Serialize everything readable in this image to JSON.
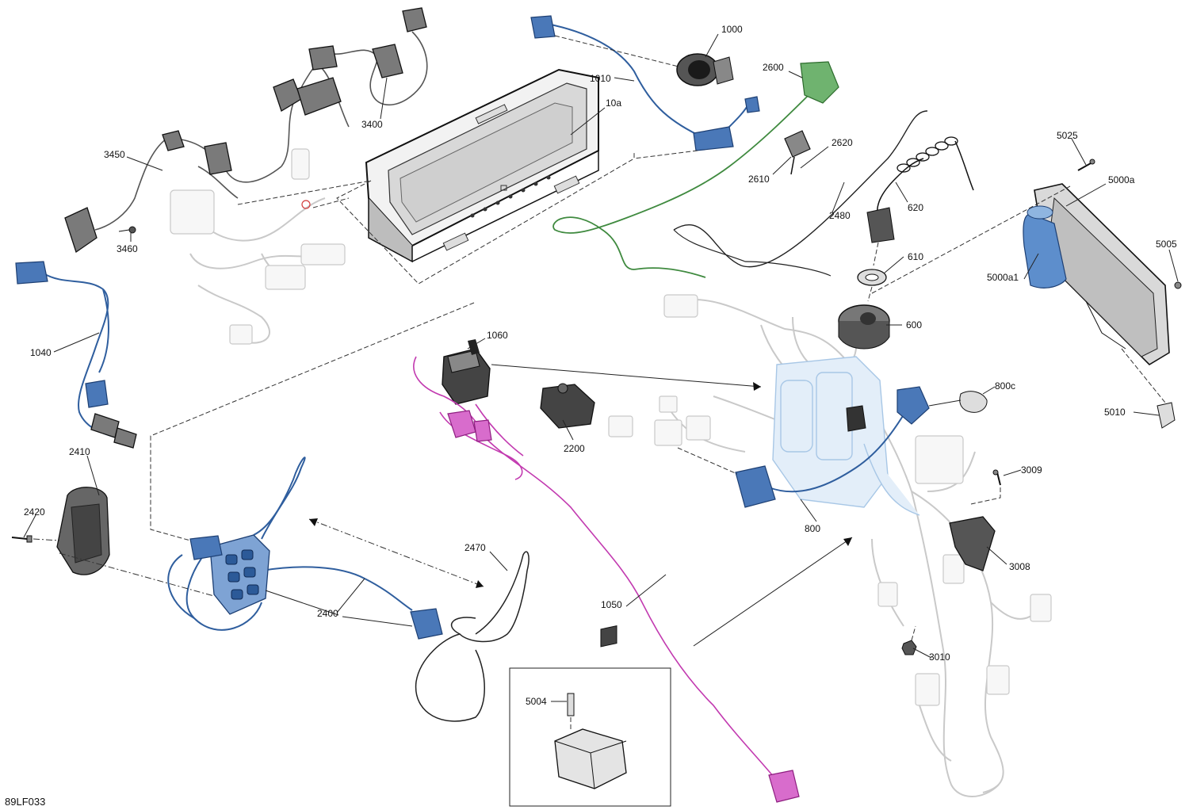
{
  "reference_code": "89LF033",
  "callouts": [
    {
      "id": "1000",
      "text": "1000"
    },
    {
      "id": "1010",
      "text": "1010"
    },
    {
      "id": "10a",
      "text": "10a"
    },
    {
      "id": "2600",
      "text": "2600"
    },
    {
      "id": "2620",
      "text": "2620"
    },
    {
      "id": "2610",
      "text": "2610"
    },
    {
      "id": "2480",
      "text": "2480"
    },
    {
      "id": "620",
      "text": "620"
    },
    {
      "id": "610",
      "text": "610"
    },
    {
      "id": "600",
      "text": "600"
    },
    {
      "id": "5025",
      "text": "5025"
    },
    {
      "id": "5000a",
      "text": "5000a"
    },
    {
      "id": "5005",
      "text": "5005"
    },
    {
      "id": "5000a1",
      "text": "5000a1"
    },
    {
      "id": "5010",
      "text": "5010"
    },
    {
      "id": "3400",
      "text": "3400"
    },
    {
      "id": "3450",
      "text": "3450"
    },
    {
      "id": "3460",
      "text": "3460"
    },
    {
      "id": "1040",
      "text": "1040"
    },
    {
      "id": "1060",
      "text": "1060"
    },
    {
      "id": "2200",
      "text": "2200"
    },
    {
      "id": "800c",
      "text": "800c"
    },
    {
      "id": "800",
      "text": "800"
    },
    {
      "id": "3009",
      "text": "3009"
    },
    {
      "id": "3008",
      "text": "3008"
    },
    {
      "id": "3010",
      "text": "3010"
    },
    {
      "id": "2410",
      "text": "2410"
    },
    {
      "id": "2420",
      "text": "2420"
    },
    {
      "id": "2400",
      "text": "2400"
    },
    {
      "id": "2470",
      "text": "2470"
    },
    {
      "id": "1050",
      "text": "1050"
    },
    {
      "id": "5004",
      "text": "5004"
    }
  ],
  "colors": {
    "blue_harness": "#2f5e9e",
    "green_harness": "#3f8a3f",
    "pink_harness": "#c23ab0",
    "ghost_harness": "#c9c9c9",
    "leader": "#222222"
  },
  "icons": [
    "display-cluster-icon",
    "power-socket-icon",
    "ignition-key-icon",
    "tether-cord-icon",
    "controller-module-icon",
    "switch-pack-icon",
    "rocker-switch-icon",
    "sensor-icon",
    "fastener-icon"
  ]
}
